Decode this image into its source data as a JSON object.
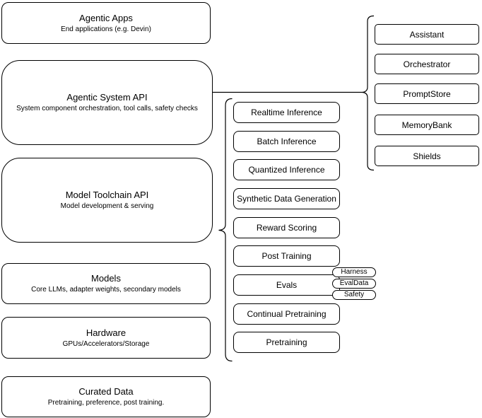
{
  "colors": {
    "background": "#ffffff",
    "stroke": "#000000",
    "text": "#000000"
  },
  "stack_layers": [
    {
      "title": "Agentic Apps",
      "subtitle": "End applications (e.g. Devin)"
    },
    {
      "title": "Agentic System API",
      "subtitle": "System component orchestration, tool calls, safety checks"
    },
    {
      "title": "Model Toolchain API",
      "subtitle": "Model development & serving"
    },
    {
      "title": "Models",
      "subtitle": "Core LLMs, adapter weights, secondary models"
    },
    {
      "title": "Hardware",
      "subtitle": "GPUs/Accelerators/Storage"
    },
    {
      "title": "Curated Data",
      "subtitle": "Pretraining, preference, post training."
    }
  ],
  "toolchain_items": [
    "Realtime Inference",
    "Batch Inference",
    "Quantized Inference",
    "Synthetic Data Generation",
    "Reward Scoring",
    "Post Training",
    "Evals",
    "Continual Pretraining",
    "Pretraining"
  ],
  "eval_tags": [
    "Harness",
    "EvalData",
    "Safety"
  ],
  "system_items": [
    "Assistant",
    "Orchestrator",
    "PromptStore",
    "MemoryBank",
    "Shields"
  ]
}
